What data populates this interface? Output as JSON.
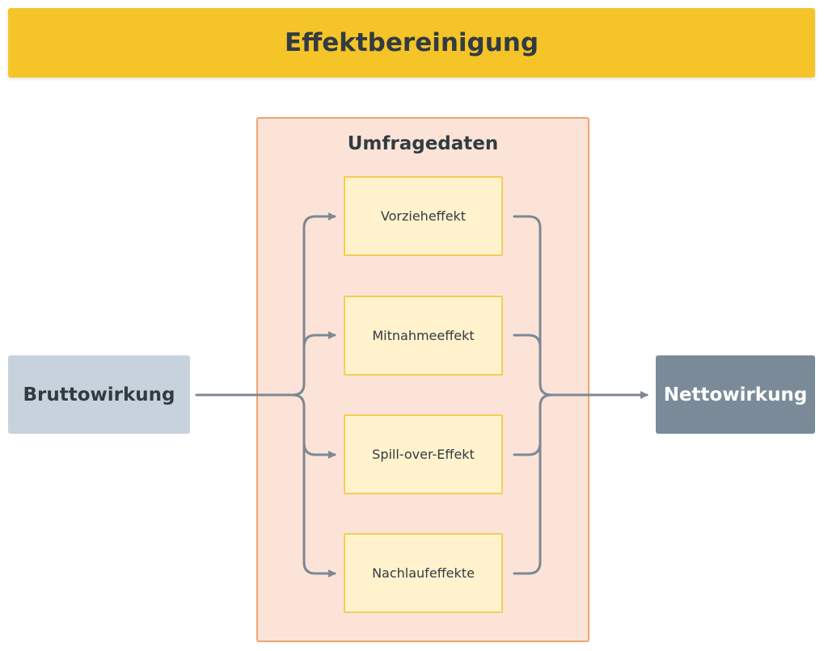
{
  "title": "Effektbereinigung",
  "survey_group": {
    "label": "Umfragedaten",
    "effects": [
      {
        "label": "Vorzieheffekt"
      },
      {
        "label": "Mitnahmeeffekt"
      },
      {
        "label": "Spill-over-Effekt"
      },
      {
        "label": "Nachlaufeffekte"
      }
    ]
  },
  "input_box": {
    "label": "Bruttowirkung"
  },
  "output_box": {
    "label": "Nettowirkung"
  },
  "colors": {
    "title_bar": "#f4c428",
    "survey_fill": "#fbe4d7",
    "survey_border": "#f0a472",
    "effect_fill": "#fff2cd",
    "effect_border": "#f4cc55",
    "input_fill": "#c7d2dc",
    "output_fill": "#7b8a98",
    "connector": "#7d8894"
  }
}
